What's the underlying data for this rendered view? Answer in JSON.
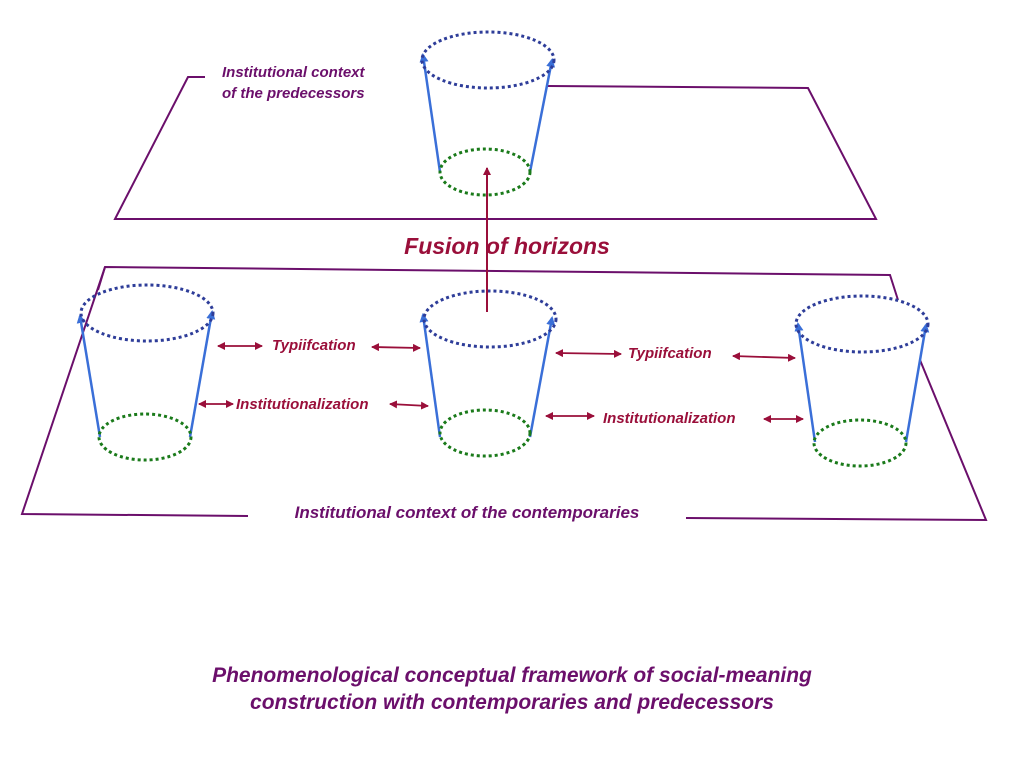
{
  "diagram": {
    "predecessors_label": [
      "Institutional context",
      "of the predecessors"
    ],
    "fusion_label": "Fusion of horizons",
    "contemporaries_label": "Institutional context of the contemporaries",
    "left_relation": {
      "typification": "Typiifcation",
      "institutionalization": "Institutionalization"
    },
    "right_relation": {
      "typification": "Typiifcation",
      "institutionalization": "Institutionalization"
    },
    "caption": [
      "Phenomenological conceptual framework of social-meaning",
      "construction with contemporaries and predecessors"
    ]
  },
  "colors": {
    "frame": "#6b0f6b",
    "arrow": "#9a0f3a",
    "cup_top": "#2e3d99",
    "cup_bottom": "#1a7a1a",
    "cup_side": "#3a6fd8"
  }
}
